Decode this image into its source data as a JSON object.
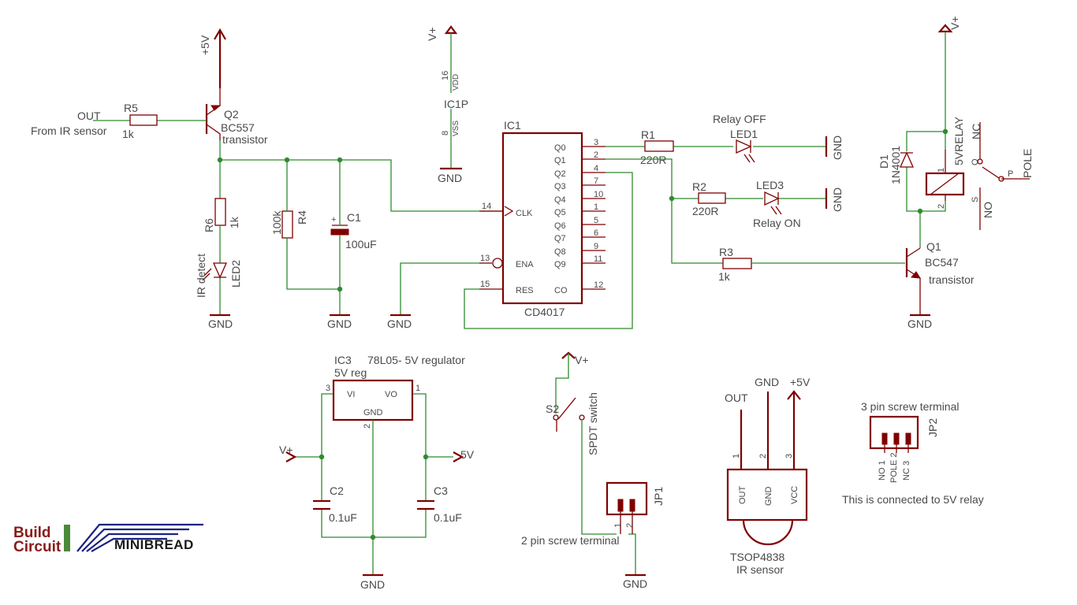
{
  "q2": {
    "ref": "Q2",
    "value": "BC557",
    "desc": "transistor",
    "rail": "+5V"
  },
  "r5": {
    "ref": "R5",
    "value": "1k",
    "out": "OUT",
    "from": "From IR sensor"
  },
  "r6": {
    "ref": "R6",
    "value": "1k"
  },
  "led2": {
    "ref": "LED2",
    "desc": "IR detect"
  },
  "r4": {
    "ref": "R4",
    "value": "100k"
  },
  "c1": {
    "ref": "C1",
    "value": "100uF"
  },
  "ic1p": {
    "ref": "IC1P",
    "vdd": "VDD",
    "vss": "VSS",
    "pin_vdd": "16",
    "pin_vss": "8",
    "rail": "V+"
  },
  "ic1": {
    "ref": "IC1",
    "name": "CD4017",
    "left_pins": [
      {
        "num": "14",
        "label": "CLK"
      },
      {
        "num": "13",
        "label": "ENA"
      },
      {
        "num": "15",
        "label": "RES"
      }
    ],
    "right_pins": [
      {
        "num": "3",
        "label": "Q0"
      },
      {
        "num": "2",
        "label": "Q1"
      },
      {
        "num": "4",
        "label": "Q2"
      },
      {
        "num": "7",
        "label": "Q3"
      },
      {
        "num": "10",
        "label": "Q4"
      },
      {
        "num": "1",
        "label": "Q5"
      },
      {
        "num": "5",
        "label": "Q6"
      },
      {
        "num": "6",
        "label": "Q7"
      },
      {
        "num": "9",
        "label": "Q8"
      },
      {
        "num": "11",
        "label": "Q9"
      },
      {
        "num": "12",
        "label": "CO"
      }
    ]
  },
  "r1": {
    "ref": "R1",
    "value": "220R"
  },
  "r2": {
    "ref": "R2",
    "value": "220R"
  },
  "r3": {
    "ref": "R3",
    "value": "1k"
  },
  "led1": {
    "ref": "LED1",
    "desc": "Relay OFF"
  },
  "led3": {
    "ref": "LED3",
    "desc": "Relay ON"
  },
  "q1": {
    "ref": "Q1",
    "value": "BC547",
    "desc": "transistor"
  },
  "d1": {
    "ref": "D1",
    "value": "1N4001"
  },
  "relay": {
    "name": "5VRELAY",
    "pin1": "1",
    "pin2": "2",
    "nc": "NC",
    "no": "NO",
    "o": "O",
    "s": "S",
    "p": "P",
    "pole": "POLE",
    "rail": "V+"
  },
  "gnd": "GND",
  "ic3": {
    "ref": "IC3",
    "desc": "78L05- 5V regulator",
    "value": "5V reg",
    "vi": "VI",
    "vo": "VO",
    "gnd": "GND",
    "pin1": "1",
    "pin2": "2",
    "pin3": "3"
  },
  "c2": {
    "ref": "C2",
    "value": "0.1uF"
  },
  "c3": {
    "ref": "C3",
    "value": "0.1uF"
  },
  "vplus": "V+",
  "out5v": "5V",
  "s2": {
    "ref": "S2",
    "desc": "SPDT switch",
    "rail": "V+"
  },
  "jp1": {
    "ref": "JP1",
    "desc": "2 pin screw terminal",
    "pin1": "1",
    "pin2": "2"
  },
  "tsop": {
    "name": "TSOP4838",
    "desc": "IR sensor",
    "out": "OUT",
    "gnd": "GND",
    "vcc": "VCC",
    "pin1": "1",
    "pin2": "2",
    "pin3": "3",
    "rail": "+5V"
  },
  "jp2": {
    "ref": "JP2",
    "desc": "3 pin screw terminal",
    "no1": "NO 1",
    "pole2": "POLE 2",
    "nc3": "NC 3",
    "note": "This is connected to 5V relay"
  },
  "logo": {
    "build": "Build",
    "circuit": "Circuit",
    "minibread": "MINIBREAD"
  },
  "colors": {
    "wire": "#2e8b2e",
    "part": "#800000",
    "text": "#4a4a4a"
  }
}
